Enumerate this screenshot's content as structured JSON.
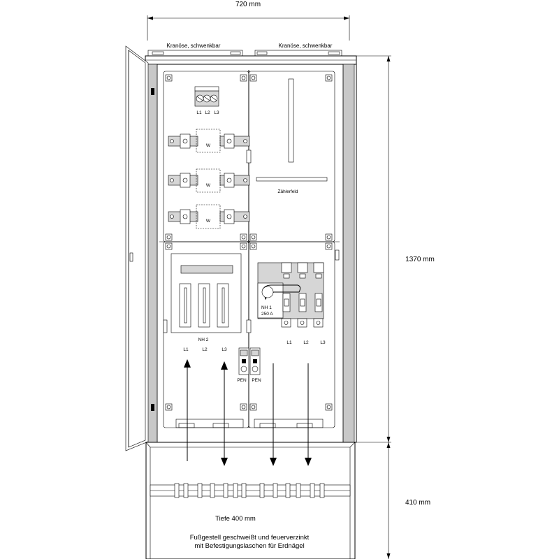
{
  "dimensions": {
    "width": "720 mm",
    "height_cabinet": "1370 mm",
    "height_base": "410 mm",
    "depth": "Tiefe 400 mm"
  },
  "lifting_eyes": {
    "left": "Kranöse, schwenkbar",
    "right": "Kranöse, schwenkbar"
  },
  "terminal_block": {
    "l1": "L1",
    "l2": "L2",
    "l3": "L3"
  },
  "meter_panel": {
    "w1": "W",
    "w2": "W",
    "w3": "W",
    "zaehlerfeld": "Zählerfeld"
  },
  "nh2": {
    "label": "NH 2",
    "l1": "L1",
    "l2": "L2",
    "l3": "L3"
  },
  "nh1": {
    "label": "NH 1",
    "rating": "250 A",
    "l1": "L1",
    "l2": "L2",
    "l3": "L3"
  },
  "pen": {
    "left": "PEN",
    "right": "PEN"
  },
  "base_note": {
    "line1": "Fußgestell geschweißt und feuerverzinkt",
    "line2": "mit Befestigungslaschen für Erdnägel"
  }
}
